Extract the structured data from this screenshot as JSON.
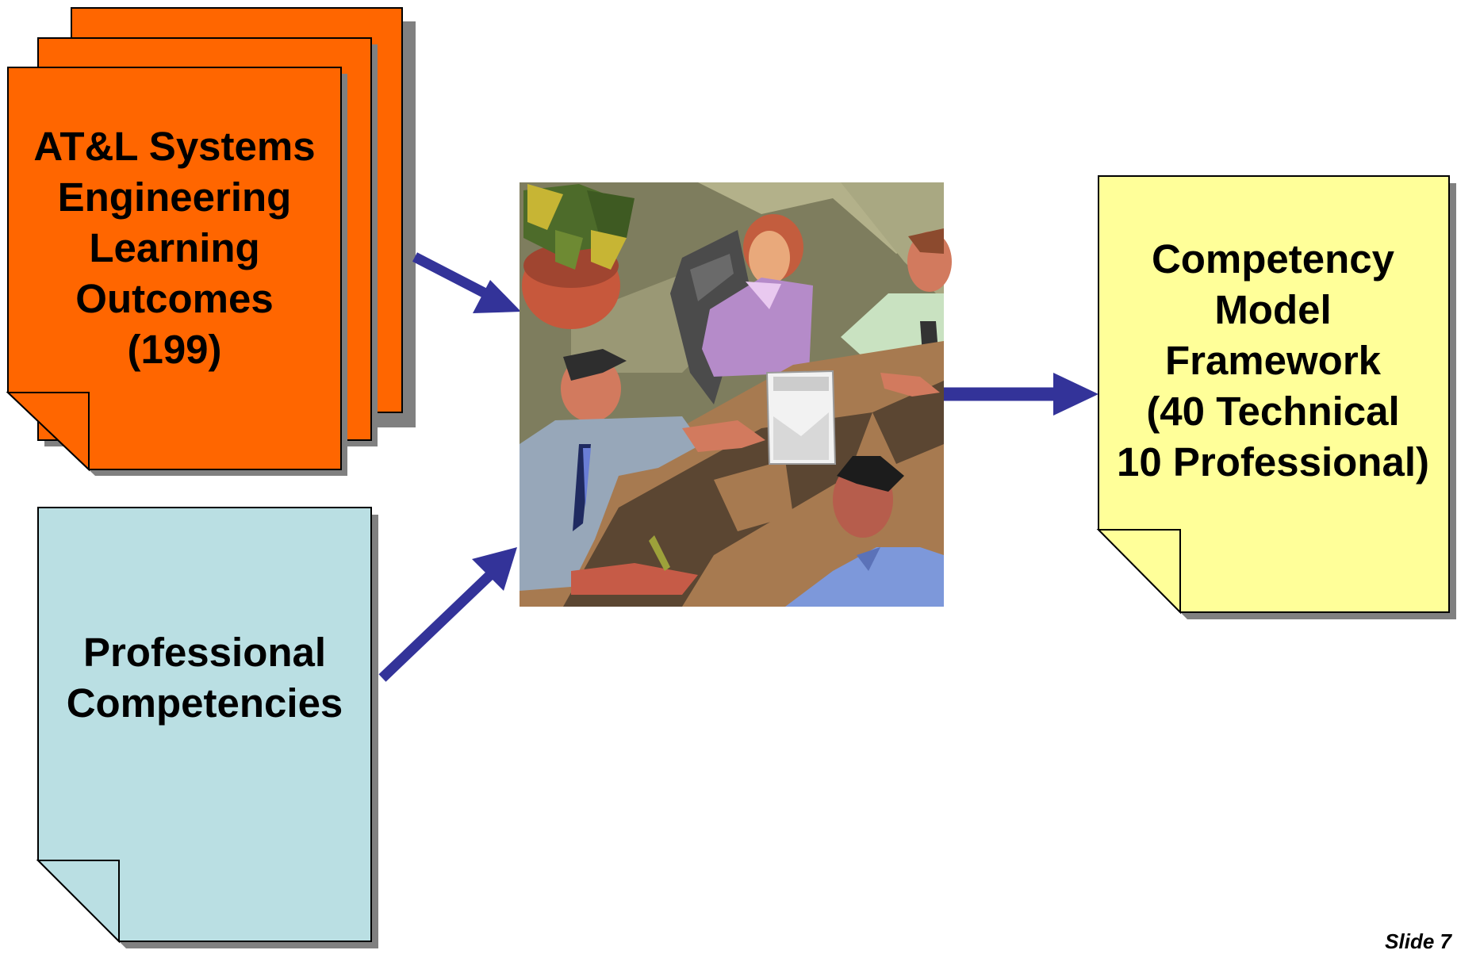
{
  "inputs": {
    "outcomes": {
      "lines": [
        "AT&L Systems",
        "Engineering",
        "Learning",
        "Outcomes",
        "(199)"
      ],
      "fill": "#FF6600"
    },
    "professional": {
      "lines": [
        "Professional",
        "Competencies"
      ],
      "fill": "#BADFE3"
    }
  },
  "output": {
    "lines": [
      "Competency",
      "Model",
      "Framework",
      "(40 Technical",
      "10 Professional)"
    ],
    "fill": "#FFFF99"
  },
  "arrow_color": "#333399",
  "center_image": {
    "icon": "meeting-clipart-icon"
  },
  "slide_label": "Slide 7"
}
